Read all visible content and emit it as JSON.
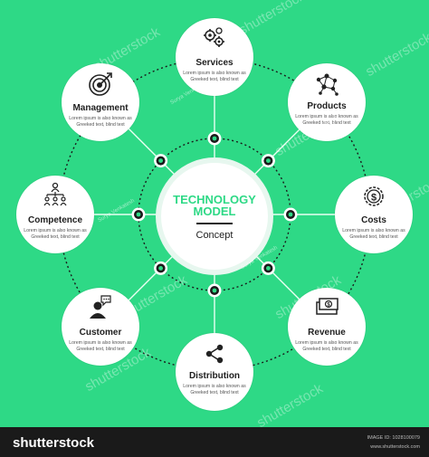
{
  "center": {
    "title": "TECHNOLOGY\nMODEL",
    "subtitle": "Concept"
  },
  "nodes": [
    {
      "title": "Services",
      "desc": "Lorem ipsum is also known as\nGreeked text, blind text",
      "icon": "gears-icon"
    },
    {
      "title": "Products",
      "desc": "Lorem ipsum is also known as\nGreeked text, blind text",
      "icon": "network-icon"
    },
    {
      "title": "Costs",
      "desc": "Lorem ipsum is also known as\nGreeked text, blind text",
      "icon": "dollar-gear-icon"
    },
    {
      "title": "Revenue",
      "desc": "Lorem ipsum is also known as\nGreeked text, blind text",
      "icon": "cash-icon"
    },
    {
      "title": "Distribution",
      "desc": "Lorem ipsum is also known as\nGreeked text, blind text",
      "icon": "share-icon"
    },
    {
      "title": "Customer",
      "desc": "Lorem ipsum is also known as\nGreeked text, blind text",
      "icon": "customer-chat-icon"
    },
    {
      "title": "Competence",
      "desc": "Lorem ipsum is also known as\nGreeked text, blind text",
      "icon": "org-chart-icon"
    },
    {
      "title": "Management",
      "desc": "Lorem ipsum is also known as\nGreeked text, blind text",
      "icon": "target-icon"
    }
  ],
  "watermark": {
    "text": "shutterstock",
    "author": "Surya Venkatesh"
  },
  "footer": {
    "logo": "shutterstock",
    "image_id": "IMAGE ID: 1028100079",
    "url": "www.shutterstock.com"
  },
  "colors": {
    "background": "#2ed986",
    "accent": "#2ed986",
    "node": "#ffffff",
    "footer": "#1a1a1a"
  }
}
